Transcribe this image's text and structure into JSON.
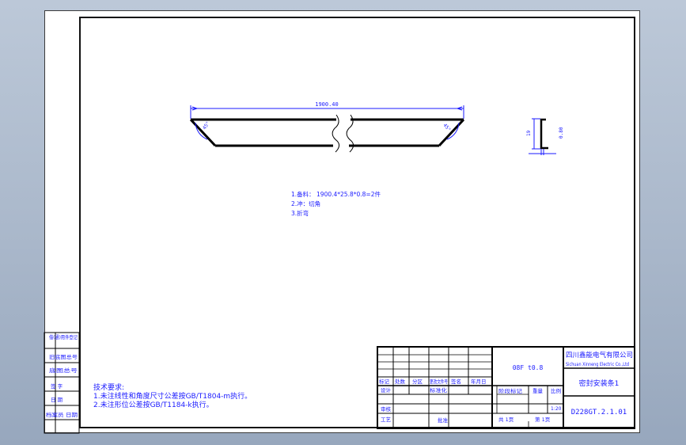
{
  "drawing": {
    "top_dimension": "1900.40",
    "left_angle": "45°",
    "right_angle": "45°",
    "section_dim_height": "19",
    "section_dim_thickness": "0.80"
  },
  "notes": [
    "1.备料：  1900.4*25.8*0.8=2件",
    "2.冲：切角",
    "3.折弯"
  ],
  "tech_requirements": {
    "title": "技术要求:",
    "items": [
      "1.未注线性和角度尺寸公差按GB/T1804-m执行。",
      "2.未注形位公差按GB/T1184-k执行。"
    ]
  },
  "side_panel": {
    "rows": [
      "借(通)用件登记",
      "旧底图总号",
      "底图总号",
      "签 字",
      "日 期",
      "档案员 日期"
    ]
  },
  "title_block": {
    "material": "08F t0.8",
    "company_line1": "四川鑫能电气有限公司",
    "company_line2": "Sichuan Xinneng Electric Co.,Ltd",
    "part_name": "密封安装条1",
    "drawing_number": "D228GT.2.1.01",
    "stage_mark_label": "阶段标记",
    "weight_label": "重量",
    "scale_label": "比例",
    "scale_value": "1:20",
    "sheet_total": "共 1页",
    "sheet_index": "第 1页",
    "hdr_mark": "标记",
    "hdr_count": "处数",
    "hdr_zone": "分区",
    "hdr_change_doc": "更改文件号",
    "hdr_sign": "签名",
    "hdr_date": "年月日",
    "designer": "设计",
    "standardization": "标准化",
    "checker": "审核",
    "process": "工艺",
    "approve": "批准"
  }
}
